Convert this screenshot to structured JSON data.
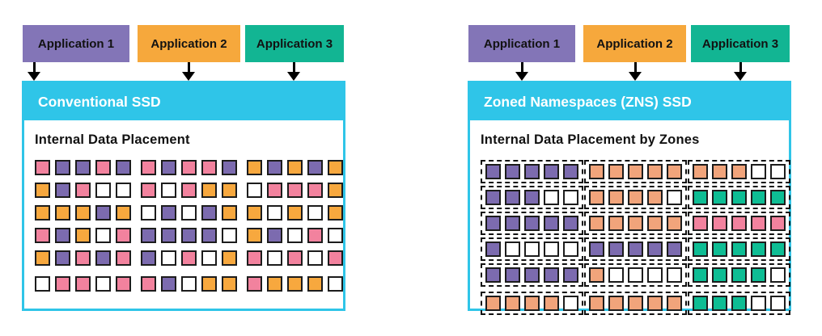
{
  "colors": {
    "purple": "#7C6BAF",
    "orange": "#F7A83E",
    "salmon": "#F1A47B",
    "teal": "#0EBD94",
    "pink": "#F2829E",
    "white": "#FFFFFF",
    "cyan": "#2FC5E8"
  },
  "panels": [
    {
      "header": "Conventional SSD",
      "content_title": "Internal Data Placement",
      "applications": [
        {
          "label": "Application 1",
          "color": "#8375B7"
        },
        {
          "label": "Application 2",
          "color": "#F6A83C"
        },
        {
          "label": "Application 3",
          "color": "#12B593"
        }
      ],
      "grid": {
        "type": "flat",
        "rows": [
          [
            [
              "pink",
              "purple",
              "purple",
              "pink",
              "purple"
            ],
            [
              "pink",
              "purple",
              "pink",
              "pink",
              "purple"
            ],
            [
              "orange",
              "purple",
              "orange",
              "purple",
              "orange"
            ]
          ],
          [
            [
              "orange",
              "purple",
              "pink",
              "white",
              "white"
            ],
            [
              "pink",
              "white",
              "pink",
              "orange",
              "orange"
            ],
            [
              "white",
              "pink",
              "pink",
              "pink",
              "orange"
            ]
          ],
          [
            [
              "orange",
              "orange",
              "orange",
              "purple",
              "orange"
            ],
            [
              "white",
              "purple",
              "white",
              "purple",
              "orange"
            ],
            [
              "orange",
              "white",
              "orange",
              "white",
              "orange"
            ]
          ],
          [
            [
              "pink",
              "purple",
              "orange",
              "white",
              "pink"
            ],
            [
              "purple",
              "purple",
              "purple",
              "purple",
              "white"
            ],
            [
              "orange",
              "purple",
              "white",
              "pink",
              "white"
            ]
          ],
          [
            [
              "orange",
              "purple",
              "pink",
              "purple",
              "pink"
            ],
            [
              "purple",
              "white",
              "pink",
              "white",
              "orange"
            ],
            [
              "pink",
              "white",
              "pink",
              "white",
              "pink"
            ]
          ],
          [
            [
              "white",
              "pink",
              "pink",
              "white",
              "pink"
            ],
            [
              "pink",
              "purple",
              "white",
              "orange",
              "orange"
            ],
            [
              "pink",
              "orange",
              "orange",
              "orange",
              "white"
            ]
          ]
        ]
      }
    },
    {
      "header": "Zoned Namespaces (ZNS) SSD",
      "content_title": "Internal Data Placement by Zones",
      "applications": [
        {
          "label": "Application 1",
          "color": "#8375B7"
        },
        {
          "label": "Application 2",
          "color": "#F6A83C"
        },
        {
          "label": "Application 3",
          "color": "#12B593"
        }
      ],
      "grid": {
        "type": "zoned",
        "rows": [
          [
            [
              "purple",
              "purple",
              "purple",
              "purple",
              "purple"
            ],
            [
              "salmon",
              "salmon",
              "salmon",
              "salmon",
              "salmon"
            ],
            [
              "salmon",
              "salmon",
              "salmon",
              "white",
              "white"
            ]
          ],
          [
            [
              "purple",
              "purple",
              "purple",
              "white",
              "white"
            ],
            [
              "salmon",
              "salmon",
              "salmon",
              "salmon",
              "white"
            ],
            [
              "teal",
              "teal",
              "teal",
              "teal",
              "teal"
            ]
          ],
          [
            [
              "purple",
              "purple",
              "purple",
              "purple",
              "purple"
            ],
            [
              "salmon",
              "salmon",
              "salmon",
              "salmon",
              "salmon"
            ],
            [
              "pink",
              "pink",
              "pink",
              "pink",
              "pink"
            ]
          ],
          [
            [
              "purple",
              "white",
              "white",
              "white",
              "white"
            ],
            [
              "purple",
              "purple",
              "purple",
              "purple",
              "purple"
            ],
            [
              "teal",
              "teal",
              "teal",
              "teal",
              "teal"
            ]
          ],
          [
            [
              "purple",
              "purple",
              "purple",
              "purple",
              "purple"
            ],
            [
              "salmon",
              "white",
              "white",
              "white",
              "white"
            ],
            [
              "teal",
              "teal",
              "teal",
              "teal",
              "white"
            ]
          ],
          [
            [
              "salmon",
              "salmon",
              "salmon",
              "salmon",
              "white"
            ],
            [
              "salmon",
              "salmon",
              "salmon",
              "salmon",
              "salmon"
            ],
            [
              "teal",
              "teal",
              "teal",
              "white",
              "white"
            ]
          ]
        ]
      }
    }
  ]
}
